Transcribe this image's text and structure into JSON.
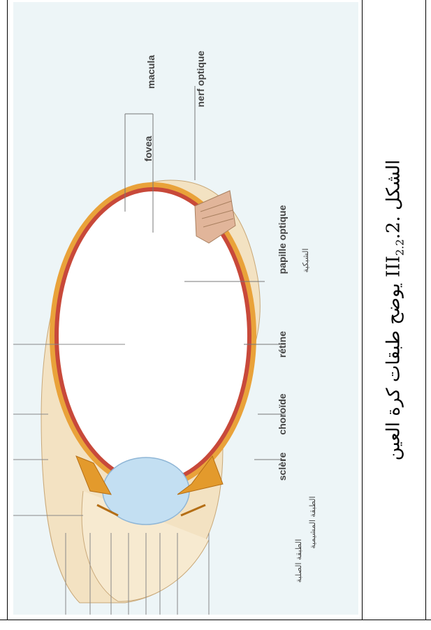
{
  "figure": {
    "labels": {
      "nerf_optique": "nerf optique",
      "macula": "macula",
      "fovea": "fovea",
      "papille_optique": "papille optique",
      "retine": "rétine",
      "choroide": "choroïde",
      "sclere": "sclère"
    },
    "arabic_labels": {
      "retina": "الشبكية",
      "choroid": "الطبقة المشيمية",
      "sclera": "الطبقة الصلبة"
    }
  },
  "caption": {
    "prefix": "الشكل",
    "roman": "III",
    "subscript": "2.2",
    "number": ".2.",
    "text": "يوضح طبقات كرة العين"
  }
}
